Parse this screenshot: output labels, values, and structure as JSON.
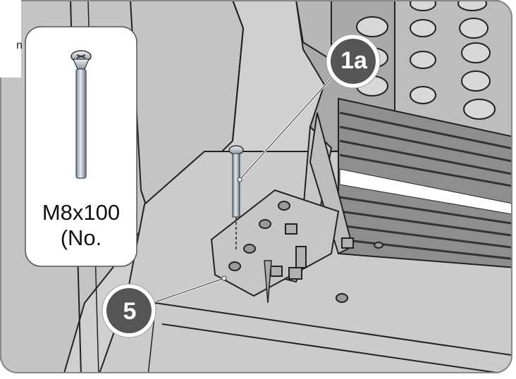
{
  "inset": {
    "size_line": "M8x100",
    "qty_line": "(No."
  },
  "edge_fragment": "n",
  "callouts": {
    "part_1a": "1a",
    "part_5": "5"
  },
  "colors": {
    "background": "#d2d2d2",
    "panel_dark": "#8a8a8a",
    "callout_fill": "#5a5a5a",
    "callout_ring": "#ffffff",
    "inset_bg": "#ffffff"
  }
}
